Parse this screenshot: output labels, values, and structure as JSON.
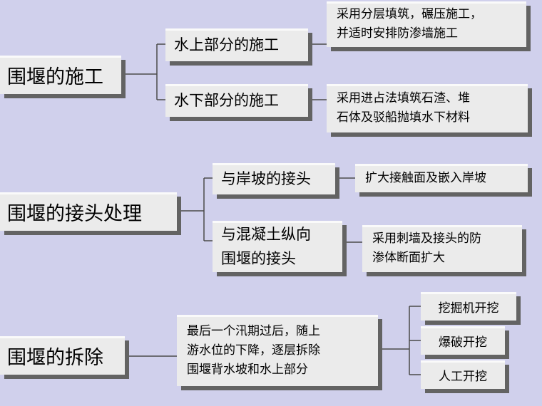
{
  "s1": {
    "root": "围堰的施工",
    "branch_a": "水上部分的施工",
    "branch_a_detail": "采用分层填筑，碾压施工，\n并适时安排防渗墙施工",
    "branch_b": "水下部分的施工",
    "branch_b_detail": "采用进占法填筑石渣、堆\n石体及驳船抛填水下材料"
  },
  "s2": {
    "root": "围堰的接头处理",
    "branch_a": "与岸坡的接头",
    "branch_a_detail": "扩大接触面及嵌入岸坡",
    "branch_b": "与混凝土纵向\n围堰的接头",
    "branch_b_detail": "采用刺墙及接头的防\n渗体断面扩大"
  },
  "s3": {
    "root": "围堰的拆除",
    "detail": "最后一个汛期过后，随上\n游水位的下降，逐层拆除\n围堰背水坡和水上部分",
    "methods": [
      "挖掘机开挖",
      "爆破开挖",
      "人工开挖"
    ]
  }
}
